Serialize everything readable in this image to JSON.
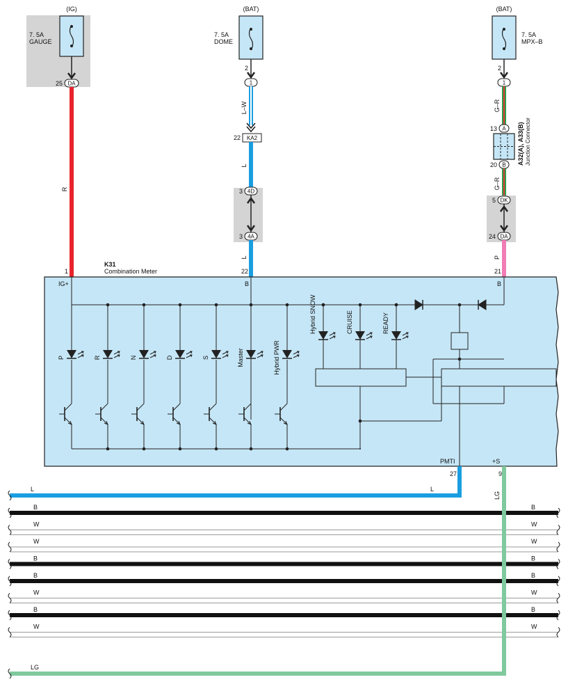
{
  "fuses": [
    {
      "source": "(IG)",
      "rating": "7. 5A",
      "name": "GAUGE",
      "pin": "25",
      "connector": "DA"
    },
    {
      "source": "(BAT)",
      "rating": "7. 5A",
      "name": "DOME",
      "pin": "2",
      "connector": "1"
    },
    {
      "source": "(BAT)",
      "rating": "7. 5A",
      "name": "MPX–B",
      "pin": "2",
      "connector": "1"
    }
  ],
  "wires": {
    "gauge": "R",
    "dome_upper": "L–W",
    "dome_mid": "L",
    "dome_lower": "L",
    "mpx_upper": "G–R",
    "mpx_mid": "G–R",
    "mpx_lower": "P"
  },
  "connectors": {
    "ka2": {
      "pin": "22",
      "label": "KA2"
    },
    "c4d": {
      "pin": "3",
      "label": "4D"
    },
    "c4a": {
      "pin": "3",
      "label": "4A"
    },
    "jc_a": {
      "pin": "13",
      "label": "A"
    },
    "jc_b": {
      "pin": "20",
      "label": "B"
    },
    "dk": {
      "pin": "5",
      "label": "DK"
    },
    "da2": {
      "pin": "24",
      "label": "DA"
    }
  },
  "junction": {
    "title": "A32(A), A33(B)",
    "subtitle": "Junction Connector"
  },
  "meter": {
    "code": "K31",
    "name": "Combination Meter",
    "pins": {
      "ig": "1",
      "b1": "22",
      "b2": "21",
      "pmti": "27",
      "s": "9"
    },
    "terminals": {
      "ig": "IG+",
      "b1": "B",
      "b2": "B",
      "pmti": "PMTI",
      "s": "+S"
    },
    "leds": [
      "P",
      "R",
      "N",
      "D",
      "S",
      "Master",
      "Hybrid PWR",
      "Hybrid SNOW",
      "CRUISE",
      "READY"
    ]
  },
  "bus": {
    "l_top_left": "L",
    "l_top_right": "L",
    "lg_vertical": "LG",
    "lg_bottom": "LG",
    "rows": [
      "B",
      "W",
      "W",
      "B",
      "B",
      "W",
      "B",
      "W"
    ]
  },
  "colors": {
    "panel": "#c5e6f6",
    "fuse_box": "#d4d4d4",
    "red_wire": "#e8232a",
    "blue_wire": "#1a9ee0",
    "pink_wire": "#ef7cb5",
    "green_wire": "#7fc99d",
    "gr_green": "#2e9d4a",
    "gr_red": "#d83a3a"
  }
}
